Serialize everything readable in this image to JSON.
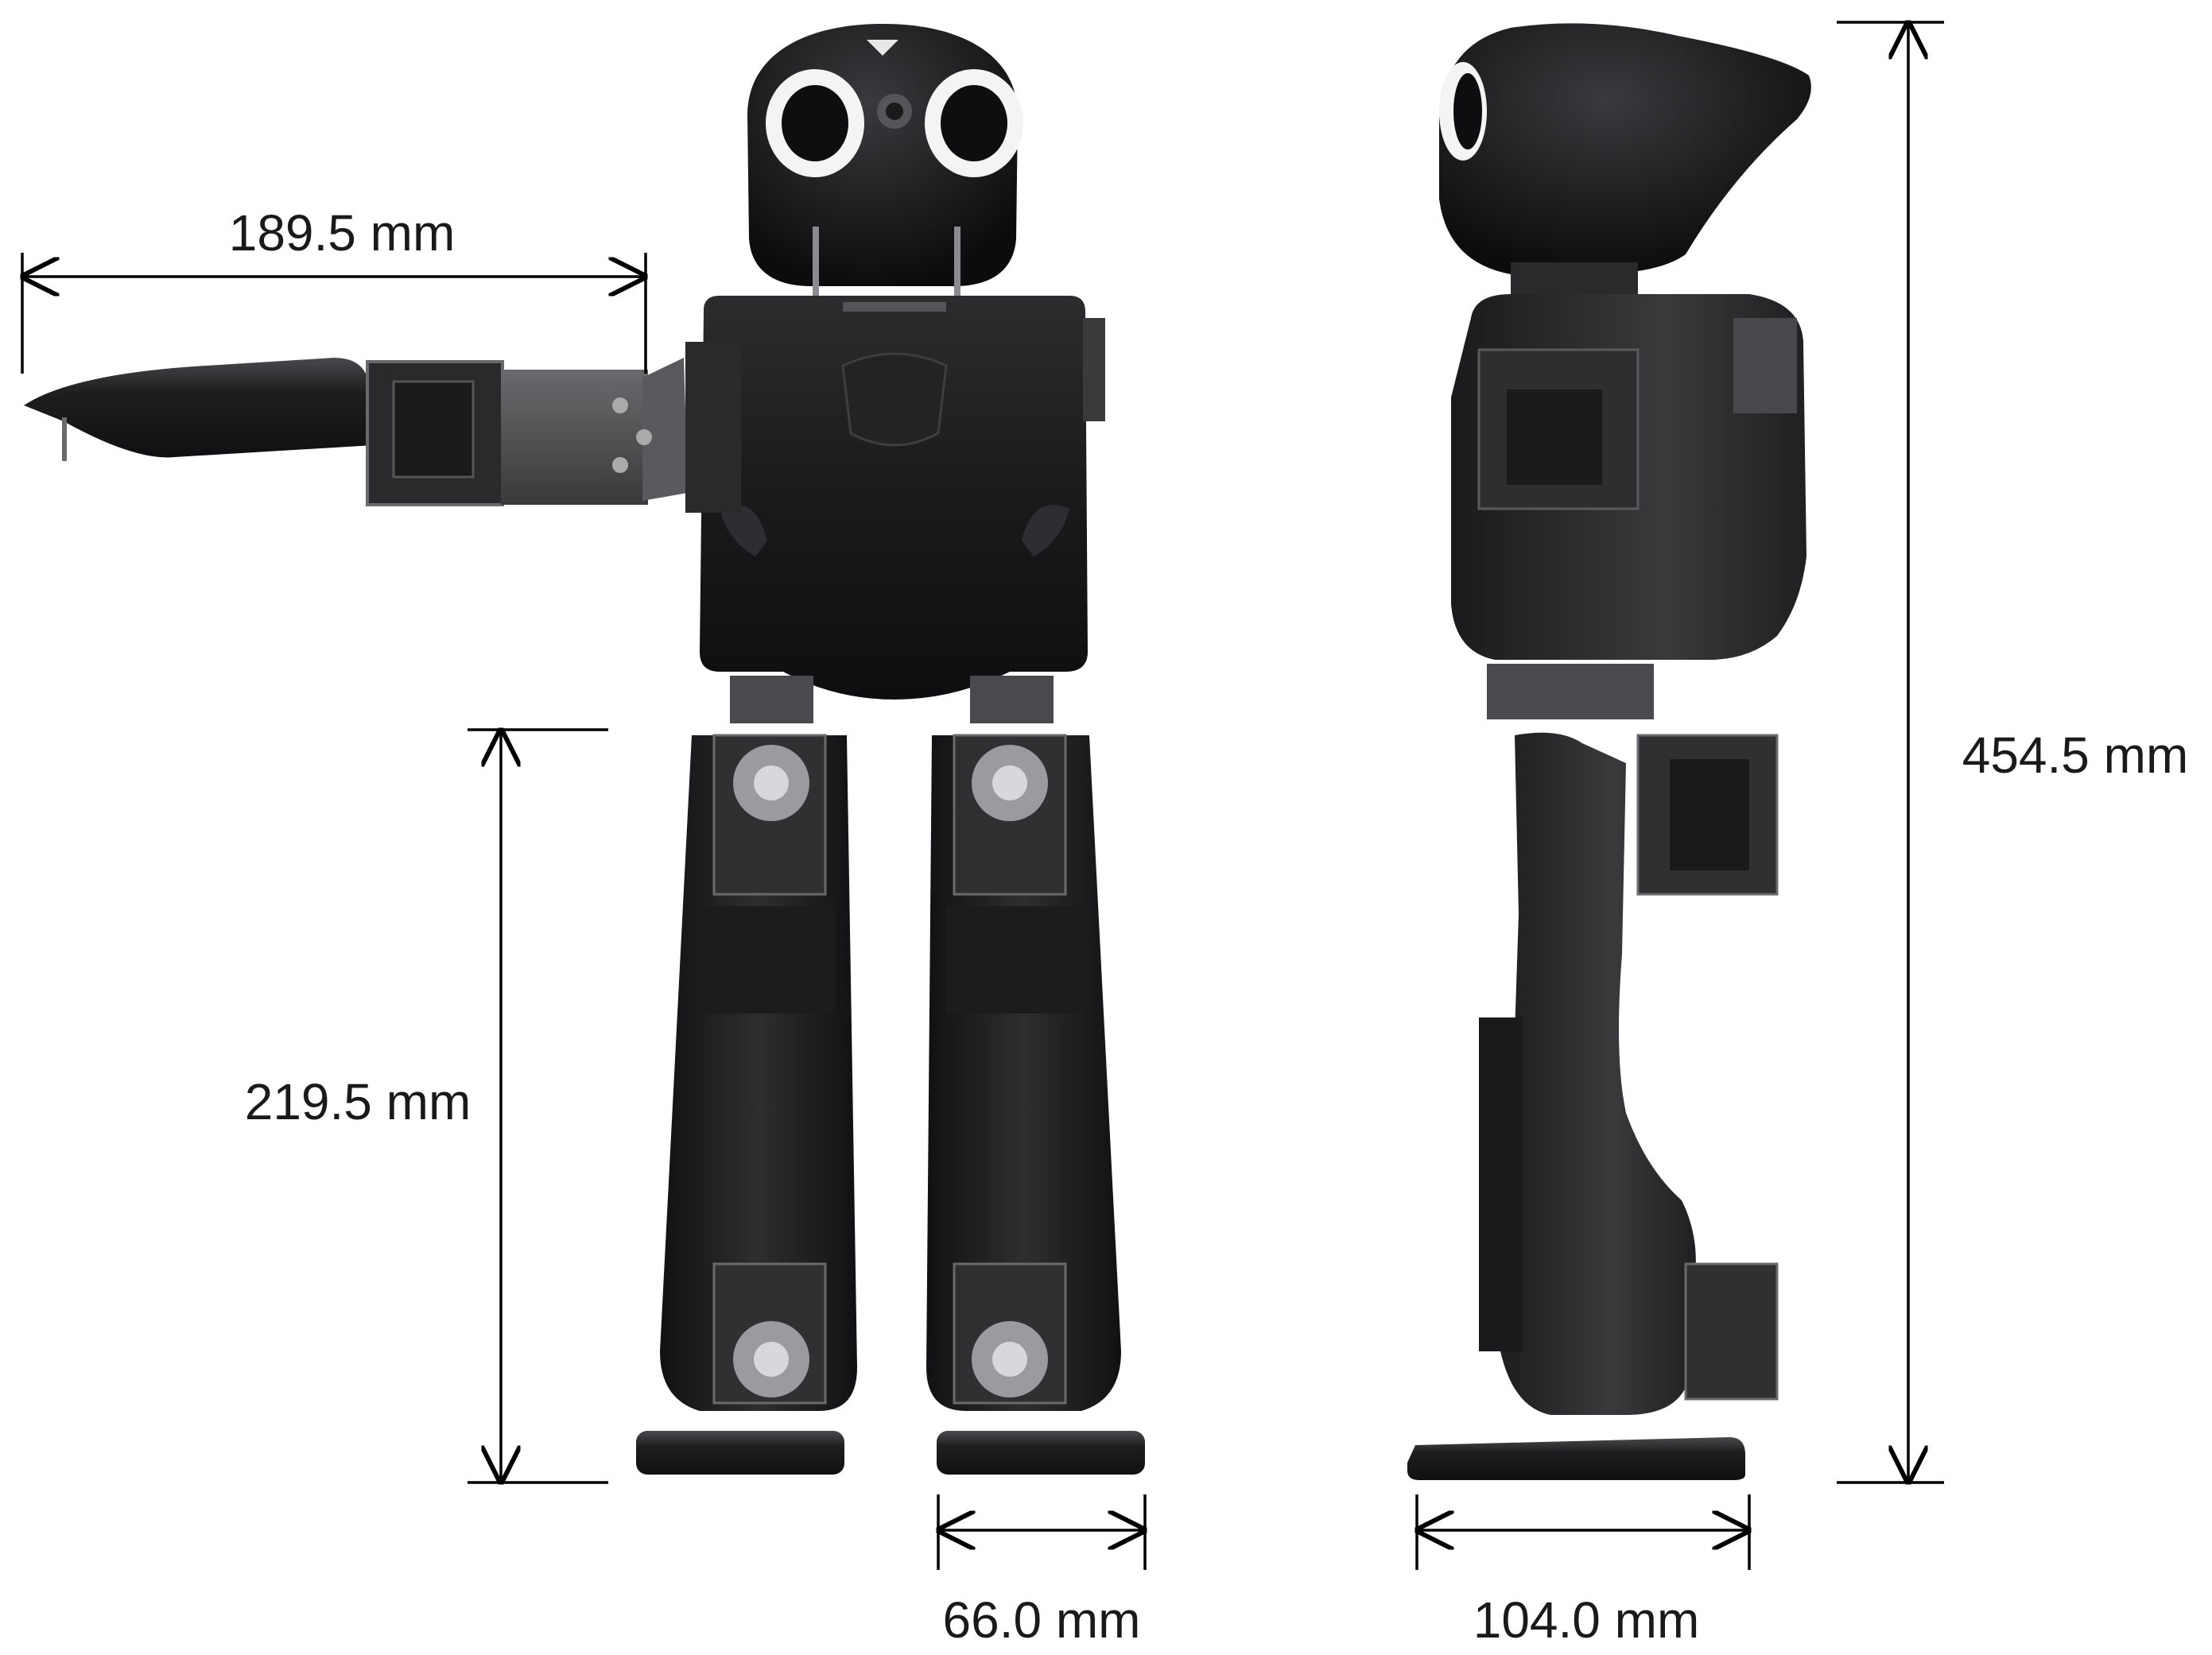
{
  "dimensions": {
    "arm_length": "189.5 mm",
    "total_height": "454.5 mm",
    "leg_length": "219.5 mm",
    "foot_width": "66.0 mm",
    "foot_length": "104.0 mm"
  },
  "colors": {
    "robot_dark": "#1c1c1e",
    "robot_mid": "#3a3a3c",
    "robot_light": "#5a5a5e",
    "highlight": "#8a8a90",
    "dimension_line": "#000000",
    "eye_white": "#f4f4f4"
  },
  "views": [
    "front-view",
    "side-view"
  ]
}
